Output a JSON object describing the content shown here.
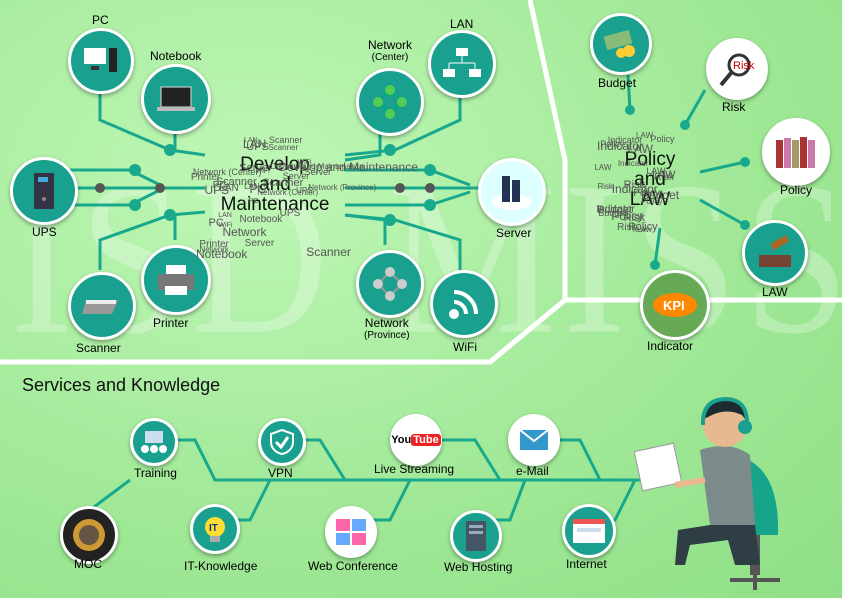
{
  "watermark": "ISD MISSION",
  "develop": {
    "title_lines": [
      "Develop",
      "and",
      "Maintenance"
    ],
    "nodes": {
      "pc": "PC",
      "notebook": "Notebook",
      "ups": "UPS",
      "scanner": "Scanner",
      "printer": "Printer",
      "network_center": "Network",
      "network_center_sub": "(Center)",
      "lan": "LAN",
      "server": "Server",
      "network_province": "Network",
      "network_province_sub": "(Province)",
      "wifi": "WiFi"
    },
    "cloud_words": [
      "PC",
      "LAN",
      "Printer",
      "Server",
      "Scanner",
      "LAN",
      "Network (Center)",
      "Notebook",
      "UPS",
      "PC",
      "Develop and Maintenance",
      "Network (Province)",
      "WiFi",
      "Server",
      "Network",
      "UPS",
      "Scanner",
      "Scanner",
      "LAN",
      "Notebook",
      "Server",
      "PC",
      "LAN",
      "WiFi",
      "Network",
      "Scanner",
      "UPS",
      "Network (Center)",
      "Scanner",
      "Develop and Maintenance",
      "Printer",
      "LAN",
      "Server",
      "UPS",
      "WiFi",
      "PC"
    ]
  },
  "policy": {
    "title_lines": [
      "Policy",
      "and",
      "LAW"
    ],
    "nodes": {
      "budget": "Budget",
      "risk": "Risk",
      "policy": "Policy",
      "law": "LAW",
      "indicator": "Indicator"
    },
    "cloud_words": [
      "Budget",
      "LAW",
      "Indicator",
      "Policy",
      "Budget",
      "LAW",
      "Risk",
      "Policy",
      "Indicator",
      "LAW",
      "Risk",
      "Policy",
      "Indicator",
      "LAW",
      "Policy",
      "Risk",
      "LAW",
      "Indicator",
      "Risk",
      "Budget",
      "Policy",
      "LAW",
      "Indicator",
      "Risk",
      "Policy",
      "Risk"
    ],
    "risk_badge": "Risk",
    "kpi_badge": "KPI"
  },
  "services": {
    "heading": "Services and Knowledge",
    "top": {
      "training": "Training",
      "vpn": "VPN",
      "live": "Live Streaming",
      "email": "e-Mail"
    },
    "bottom": {
      "moc": "MOC",
      "itk": "IT-Knowledge",
      "webconf": "Web Conference",
      "hosting": "Web Hosting",
      "internet": "Internet"
    },
    "youtube": {
      "you": "You",
      "tube": "Tube"
    },
    "itk_badge": "IT"
  },
  "colors": {
    "teal": "#1aa08f",
    "wire": "#18a88c",
    "bg": "#a9f0a0"
  }
}
